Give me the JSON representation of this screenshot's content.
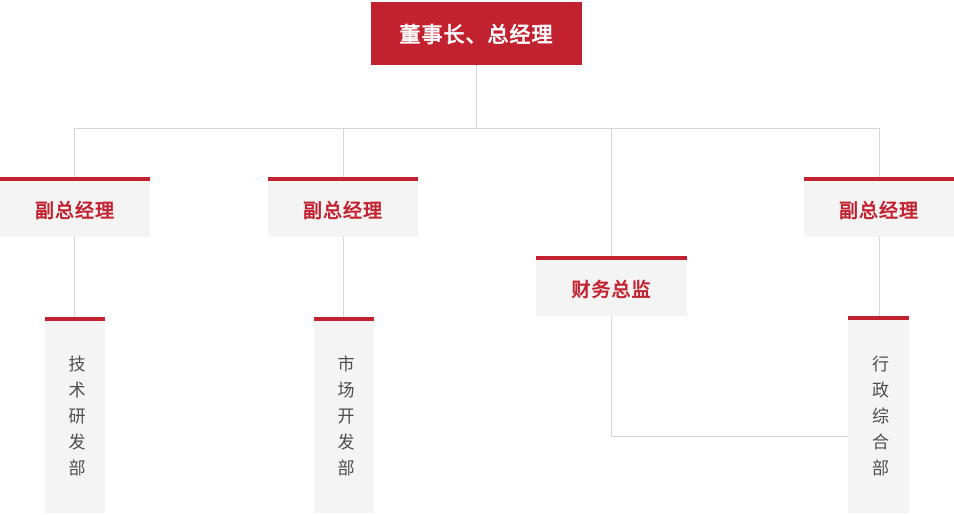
{
  "org": {
    "chairman": {
      "label": "董事长、总经理"
    },
    "deputy_left": {
      "label": "副总经理"
    },
    "deputy_mid": {
      "label": "副总经理"
    },
    "finance_director": {
      "label": "财务总监"
    },
    "deputy_right": {
      "label": "副总经理"
    },
    "dept_tech": {
      "label": "技术研发部"
    },
    "dept_market": {
      "label": "市场开发部"
    },
    "dept_admin": {
      "label": "行政综合部"
    }
  },
  "colors": {
    "brand_red": "#c2212f",
    "node_bg": "#f4f4f4",
    "line": "#d6d6d6",
    "dept_text": "#4d4d4d",
    "root_text": "#ffffff"
  }
}
